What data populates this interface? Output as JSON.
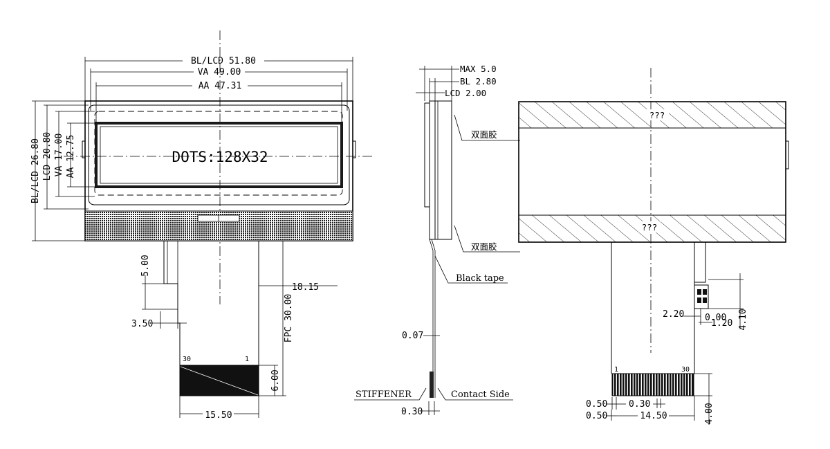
{
  "front_view": {
    "bl_lcd_width": "BL/LCD 51.80",
    "va_width": "VA 49.00",
    "aa_width": "AA 47.31",
    "bl_lcd_height": "BL/LCD 26.80",
    "lcd_height": "LCD 20.80",
    "va_height": "VA 17.00",
    "aa_height": "AA 12.75",
    "dots": "DOTS:128X32",
    "tail_5": "5.00",
    "tail_350": "3.50",
    "fpc_length": "FPC 30.00",
    "offset_1815": "18.15",
    "pin_30": "30",
    "pin_1": "1",
    "pad_height": "6.00",
    "pad_width": "15.50"
  },
  "side_view": {
    "max": "MAX 5.0",
    "bl": "BL 2.80",
    "lcd": "LCD 2.00",
    "tape_top": "双面胶",
    "tape_bottom": "双面胶",
    "black_tape": "Black tape",
    "fpc_thickness": "0.07",
    "stiffener": "STIFFENER",
    "contact_side": "Contact Side",
    "stiffener_thickness": "0.30"
  },
  "back_view": {
    "hatch_top": "???",
    "hatch_bottom": "???",
    "dim_220": "2.20",
    "dim_000": "0.00",
    "dim_120": "1.20",
    "dim_410": "4.10",
    "pin_1": "1",
    "pin_30": "30",
    "pitch_050": "0.50",
    "pitch_030": "0.30",
    "margin_050": "0.50",
    "pad_width": "14.50",
    "pad_height": "4.00"
  }
}
